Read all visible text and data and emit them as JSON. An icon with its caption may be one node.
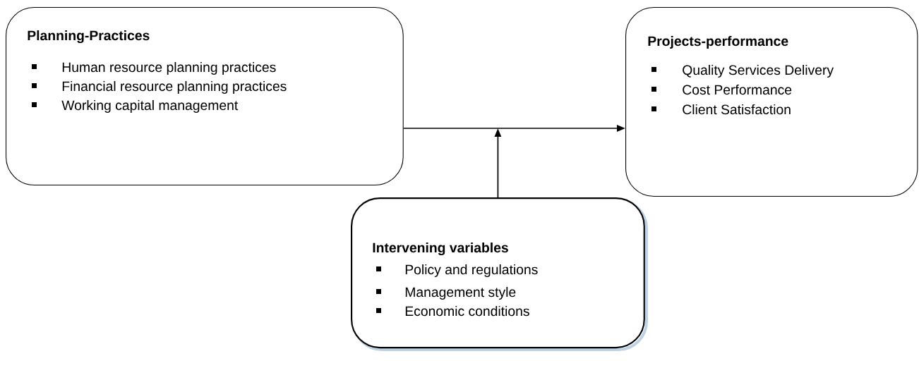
{
  "diagram": {
    "nodes": [
      {
        "text": [
          "Planning-Practices",
          "Human resource planning practices",
          "Financial resource planning practices",
          "Working capital management"
        ]
      },
      {
        "text": [
          "Projects-performance",
          "Quality Services Delivery",
          "Cost Performance",
          "Client Satisfaction"
        ]
      },
      {
        "text": [
          "Intervening variables",
          "Policy and regulations",
          "Management style",
          "Economic conditions"
        ]
      }
    ],
    "edges": [
      {
        "from": 0,
        "to": 1,
        "arrow": "to"
      },
      {
        "from": 2,
        "to": null,
        "arrow": "to"
      }
    ]
  }
}
